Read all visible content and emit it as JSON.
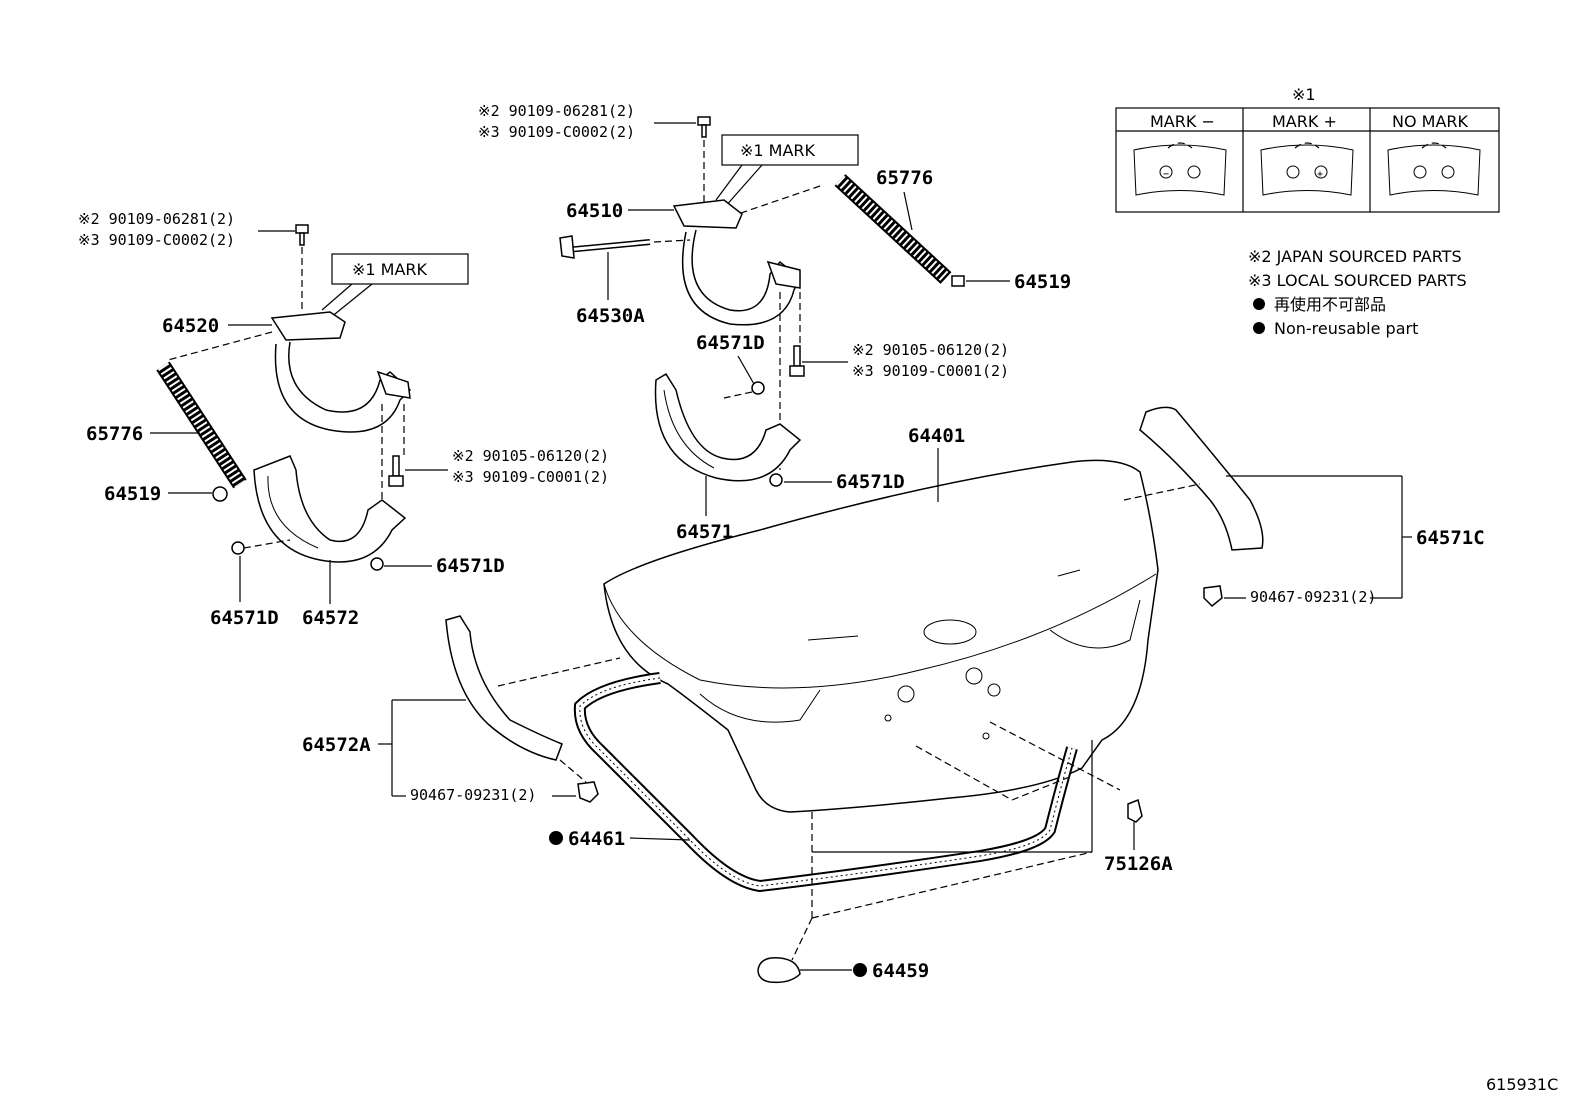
{
  "labels": {
    "p64520": "64520",
    "p65776_left": "65776",
    "p64519_left": "64519",
    "p64571D_a": "64571D",
    "p64572": "64572",
    "p64571D_b": "64571D",
    "p64510": "64510",
    "p64530A": "64530A",
    "p65776_right": "65776",
    "p64519_right": "64519",
    "p64571D_c": "64571D",
    "p64571D_d": "64571D",
    "p64571": "64571",
    "p64401": "64401",
    "p64571C": "64571C",
    "p64572A": "64572A",
    "p64461": "64461",
    "p75126A": "75126A",
    "p64459": "64459",
    "clip_right": "90467-09231(2)",
    "clip_left": "90467-09231(2)"
  },
  "notes": {
    "left_bolt_a": "※2 90109-06281(2)",
    "left_bolt_b": "※3 90109-C0002(2)",
    "left_mark": "※1  MARK",
    "left_bolt2_a": "※2  90105-06120(2)",
    "left_bolt2_b": "※3  90109-C0001(2)",
    "right_bolt_a": "※2 90109-06281(2)",
    "right_bolt_b": "※3 90109-C0002(2)",
    "right_mark": "※1  MARK",
    "right_bolt2_a": "※2  90105-06120(2)",
    "right_bolt2_b": "※3  90109-C0001(2)"
  },
  "mark_table": {
    "title": "※1",
    "columns": [
      "MARK −",
      "MARK +",
      "NO MARK"
    ]
  },
  "legend": {
    "japan": "※2 JAPAN SOURCED PARTS",
    "local": "※3 LOCAL SOURCED PARTS",
    "nonreusable_jp": "再使用不可部品",
    "nonreusable_en": "Non-reusable part"
  },
  "figure_id": "615931C"
}
